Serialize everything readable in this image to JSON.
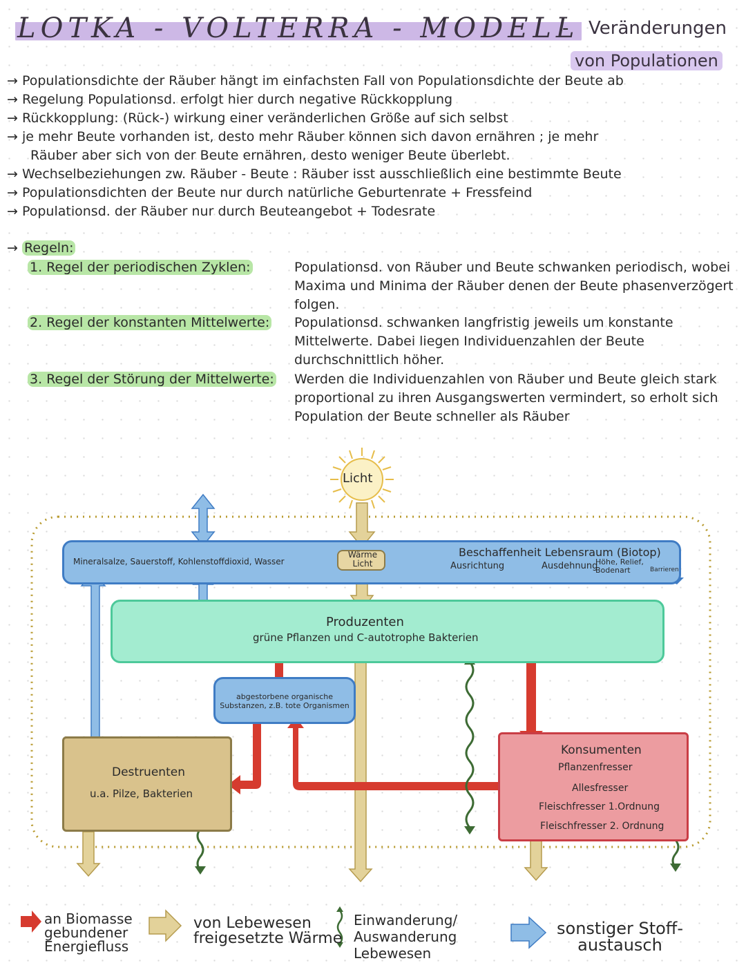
{
  "title": {
    "main": "LOTKA - VOLTERRA - MODELL",
    "dash": "-",
    "sub1": "Veränderungen",
    "sub2": "von Populationen"
  },
  "bullets": [
    {
      "arrow": "→",
      "text": "Populationsdichte der Räuber hängt im einfachsten Fall von Populationsdichte der Beute ab"
    },
    {
      "arrow": "→",
      "text": "Regelung Populationsd. erfolgt hier durch negative Rückkopplung"
    },
    {
      "arrow": "→",
      "text": "Rückkopplung: (Rück-) wirkung einer veränderlichen Größe auf sich selbst"
    },
    {
      "arrow": "→",
      "text": "je mehr Beute vorhanden ist, desto mehr Räuber können sich davon ernähren ; je mehr"
    },
    {
      "arrow": "",
      "text": "Räuber aber sich von der Beute ernähren, desto weniger Beute überlebt."
    },
    {
      "arrow": "→",
      "text": "Wechselbeziehungen zw. Räuber - Beute : Räuber isst ausschließlich eine bestimmte Beute"
    },
    {
      "arrow": "→",
      "text": "Populationsdichten der Beute nur durch natürliche Geburtenrate + Fressfeind"
    },
    {
      "arrow": "→",
      "text": "Populationsd. der Räuber nur durch Beuteangebot + Todesrate"
    }
  ],
  "rules": {
    "heading": "Regeln:",
    "items": [
      {
        "label": "1. Regel der periodischen Zyklen:",
        "text": "Populationsd. von Räuber und Beute schwanken periodisch, wobei Maxima und Minima der Räuber denen der Beute phasenverzögert folgen."
      },
      {
        "label": "2. Regel der konstanten Mittelwerte:",
        "text": "Populationsd. schwanken langfristig jeweils um konstante Mittelwerte. Dabei liegen Individuenzahlen der Beute durchschnittlich höher."
      },
      {
        "label": "3. Regel der Störung der Mittelwerte:",
        "text": "Werden die Individuenzahlen von Räuber und Beute gleich stark proportional zu ihren Ausgangswerten vermindert, so erholt sich Population der Beute schneller als Räuber"
      }
    ]
  },
  "diagram": {
    "licht": "Licht",
    "env_left": "Mineralsalze, Sauerstoff, Kohlenstoffdioxid, Wasser",
    "waerme1": "Wärme",
    "waerme2": "Licht",
    "biotop_title": "Beschaffenheit Lebensraum (Biotop)",
    "biotop_a": "Ausrichtung",
    "biotop_b": "Ausdehnung",
    "biotop_c1": "Höhe, Relief,",
    "biotop_c2": "Bodenart",
    "biotop_d": "Barrieren",
    "prod_title": "Produzenten",
    "prod_sub": "grüne Pflanzen und C-autotrophe Bakterien",
    "dead1": "abgestorbene organische",
    "dead2": "Substanzen, z.B. tote Organismen",
    "dest_title": "Destruenten",
    "dest_sub": "u.a. Pilze, Bakterien",
    "kons_title": "Konsumenten",
    "kons_items": [
      "Pflanzenfresser",
      "Allesfresser",
      "Fleischfresser 1.Ordnung",
      "Fleischfresser 2. Ordnung"
    ]
  },
  "legend": {
    "red1": "an Biomasse",
    "red2": "gebundener",
    "red3": "Energiefluss",
    "tan1": "von Lebewesen",
    "tan2": "freigesetzte Wärme",
    "wave1": "Einwanderung/",
    "wave2": "Auswanderung",
    "wave3": "Lebewesen",
    "blue1": "sonstiger Stoff-",
    "blue2": "austausch"
  },
  "colors": {
    "red": "#d63b2f",
    "tan": "#e3d29a",
    "blue": "#8fbde6",
    "green_wave": "#3d6b34"
  }
}
